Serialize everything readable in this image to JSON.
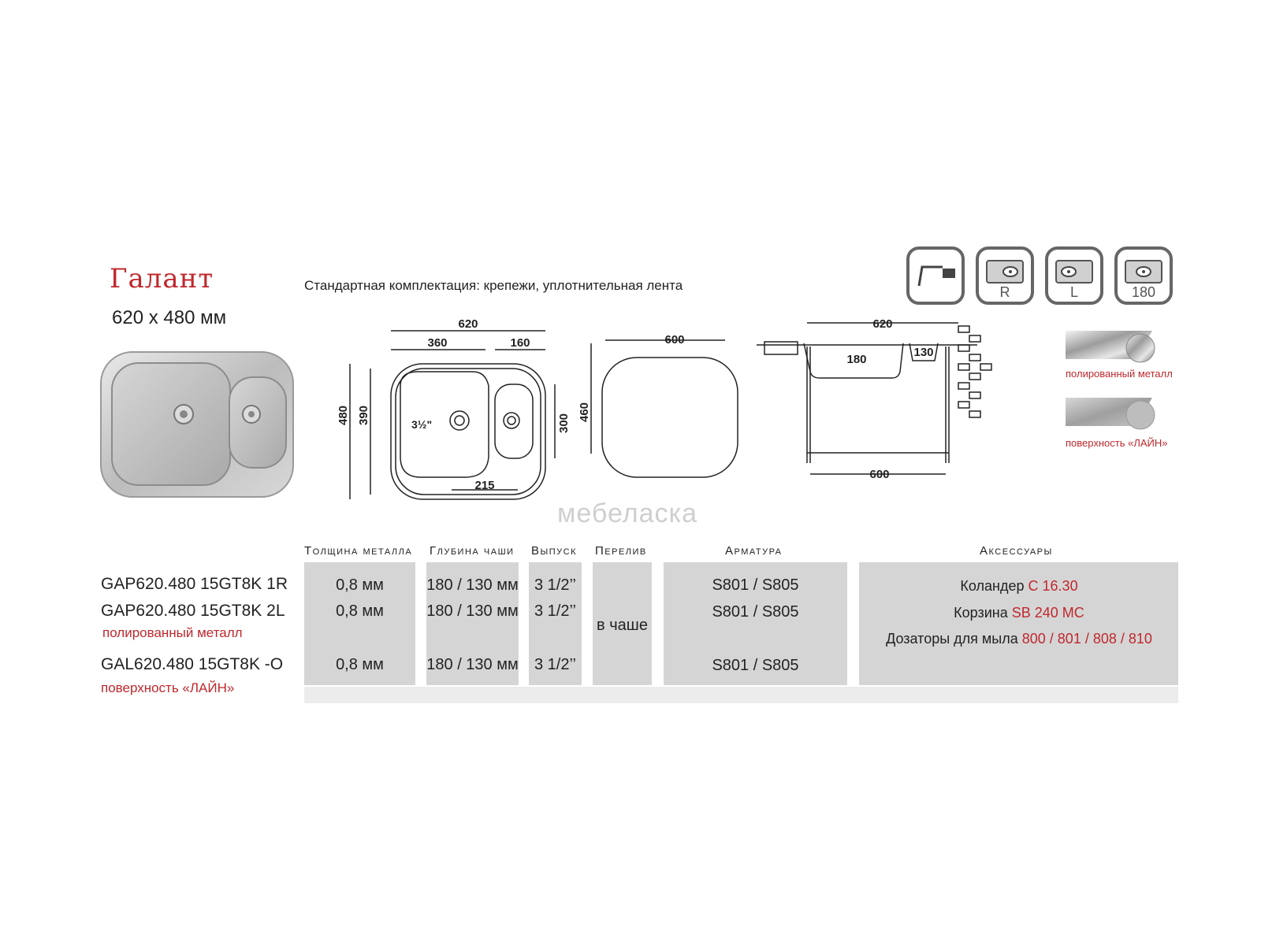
{
  "header": {
    "title": "Галант",
    "size": "620 х 480 мм",
    "standard_kit": "Стандартная комплектация: крепежи, уплотнительная лента"
  },
  "icons": [
    {
      "name": "undermount-profile-icon",
      "label": ""
    },
    {
      "name": "bowl-right-icon",
      "label": "R"
    },
    {
      "name": "bowl-left-icon",
      "label": "L"
    },
    {
      "name": "bowl-180-icon",
      "label": "180"
    }
  ],
  "finishes": [
    {
      "label": "полированный металл"
    },
    {
      "label": "поверхность «ЛАЙН»"
    }
  ],
  "dimensions": {
    "top_view": {
      "width": "620",
      "bowl_large": "360",
      "bowl_small": "160",
      "height": "480",
      "inner_height": "390",
      "small_height": "300",
      "drain": "3½\"",
      "spacing": "215"
    },
    "cutout": {
      "width": "600",
      "height": "460"
    },
    "section": {
      "width": "620",
      "depth_large": "180",
      "depth_small": "130",
      "cabinet": "600"
    }
  },
  "watermark": "мебеласка",
  "table": {
    "headers": [
      "Толщина металла",
      "Глубина чаши",
      "Выпуск",
      "Перелив",
      "Арматура",
      "Аксессуары"
    ],
    "rows": [
      {
        "model": "GAP620.480 15GT8K 1R",
        "subtitle": "",
        "thickness": "0,8 мм",
        "depth": "180 / 130 мм",
        "outlet": "3 1/2’’",
        "fittings": "S801 / S805"
      },
      {
        "model": "GAP620.480 15GT8K 2L",
        "subtitle": "полированный металл",
        "thickness": "0,8 мм",
        "depth": "180 / 130 мм",
        "outlet": "3 1/2’’",
        "fittings": "S801 / S805"
      },
      {
        "model": "GAL620.480 15GT8K -O",
        "subtitle": "поверхность «ЛАЙН»",
        "thickness": "0,8 мм",
        "depth": "180 / 130 мм",
        "outlet": "3 1/2’’",
        "fittings": "S801 / S805"
      }
    ],
    "overflow": "в чаше",
    "accessories": [
      {
        "label": "Коландер",
        "code": "С 16.30"
      },
      {
        "label": "Корзина",
        "code": "SB 240 MC"
      },
      {
        "label": "Дозаторы для мыла",
        "code": "800 / 801 / 808 / 810"
      }
    ]
  }
}
